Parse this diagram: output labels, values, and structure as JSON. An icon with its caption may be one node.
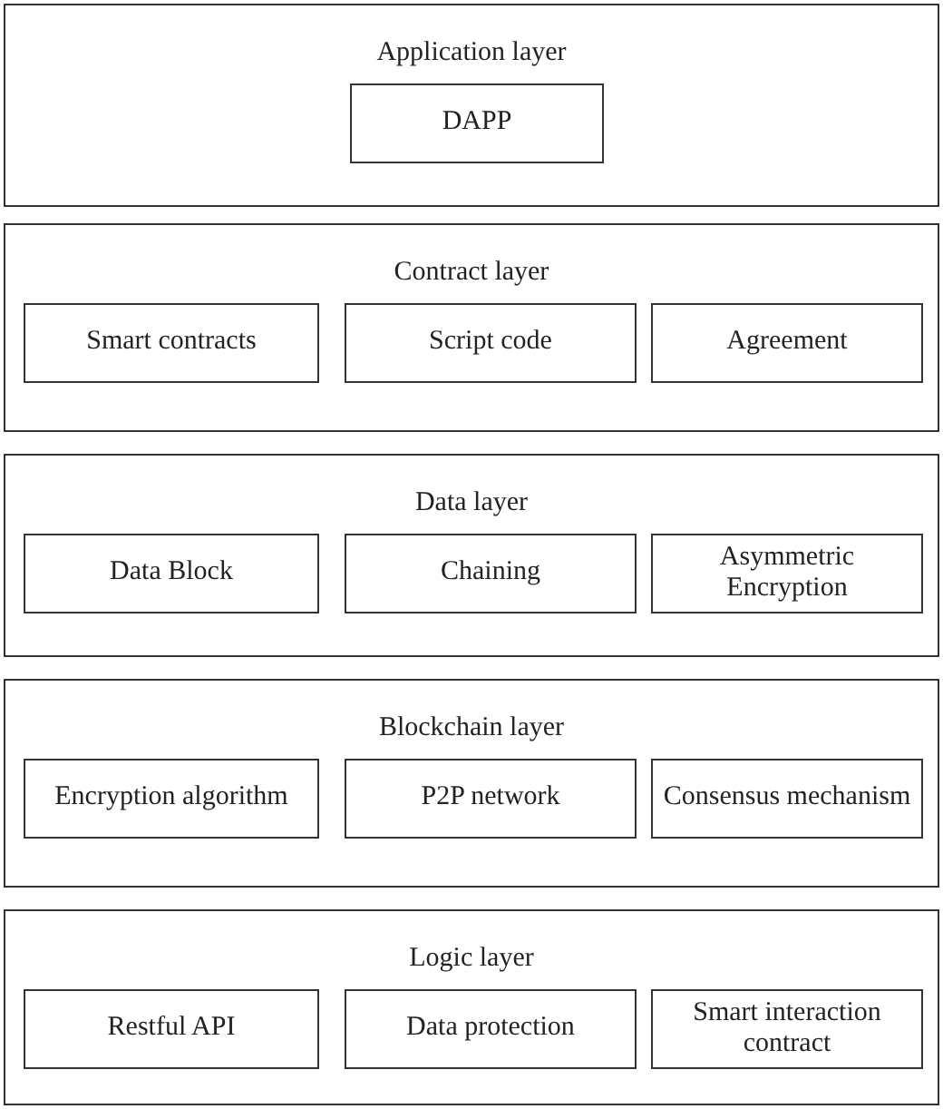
{
  "diagram": {
    "nodes": [
      {
        "text": [
          "Application layer"
        ]
      },
      {
        "text": [
          "DAPP"
        ],
        "in": 0
      },
      {
        "text": [
          "Contract layer"
        ]
      },
      {
        "text": [
          "Smart contracts"
        ],
        "in": 2
      },
      {
        "text": [
          "Script code"
        ],
        "in": 2
      },
      {
        "text": [
          "Agreement"
        ],
        "in": 2
      },
      {
        "text": [
          "Data layer"
        ]
      },
      {
        "text": [
          "Data Block"
        ],
        "in": 6
      },
      {
        "text": [
          "Chaining"
        ],
        "in": 6
      },
      {
        "text": [
          "Asymmetric Encryption"
        ],
        "in": 6
      },
      {
        "text": [
          "Blockchain layer"
        ]
      },
      {
        "text": [
          "Encryption algorithm"
        ],
        "in": 10
      },
      {
        "text": [
          "P2P network"
        ],
        "in": 10
      },
      {
        "text": [
          "Consensus mechanism"
        ],
        "in": 10
      },
      {
        "text": [
          "Logic layer"
        ]
      },
      {
        "text": [
          "Restful API"
        ],
        "in": 14
      },
      {
        "text": [
          "Data protection"
        ],
        "in": 14
      },
      {
        "text": [
          "Smart interaction contract"
        ],
        "in": 14
      }
    ]
  }
}
